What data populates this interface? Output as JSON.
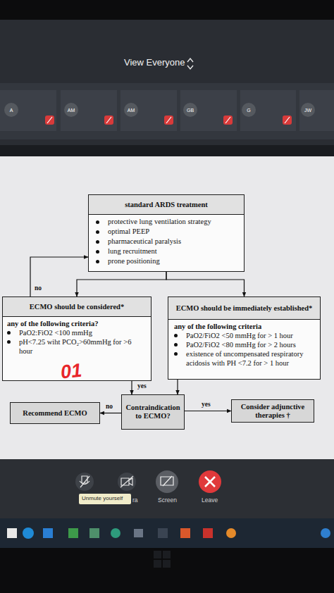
{
  "diagram": {
    "nodes": [
      {
        "text": [
          "standard ARDS treatment",
          "protective lung ventilation strategy",
          "optimal PEEP",
          "pharmaceutical paralysis",
          "lung recruitment",
          "prone positioning"
        ]
      },
      {
        "text": [
          "ECMO should be considered*",
          "any of the following criteria?",
          "PaO2:FiO2 <100 mmHg",
          "pH<7.25 wiht PCO₂>60mmHg for >6 hour"
        ]
      },
      {
        "text": [
          "ECMO should be immediately established*",
          "any of the following criteria",
          "PaO2/FiO2 <50 mmHg for > 1 hour",
          "PaO2/FiO2 <80 mmHg for > 2 hours",
          "existence of uncompensated respiratory acidosis with PH <7.2 for > 1 hour"
        ]
      },
      {
        "text": [
          "Contraindication to ECMO?"
        ]
      },
      {
        "text": [
          "Recommend ECMO"
        ]
      },
      {
        "text": [
          "Consider adjunctive therapies †"
        ]
      }
    ],
    "edges": [
      {
        "from": 0,
        "to": 1,
        "arrow": "to"
      },
      {
        "from": 0,
        "to": 2,
        "arrow": "to"
      },
      {
        "from": 1,
        "to": 0,
        "label": "no",
        "arrow": "to"
      },
      {
        "from": 1,
        "to": 3,
        "label": "yes",
        "arrow": "to"
      },
      {
        "from": 2,
        "to": 3,
        "arrow": "to"
      },
      {
        "from": 3,
        "to": 4,
        "label": "no",
        "arrow": "to"
      },
      {
        "from": 3,
        "to": 5,
        "label": "yes",
        "arrow": "to"
      }
    ],
    "labels": [
      "View Everyone",
      "A",
      "AM",
      "AM",
      "GB",
      "G",
      "JW",
      "01",
      "Unmute yourself",
      "ra",
      "Screen",
      "Leave"
    ]
  }
}
